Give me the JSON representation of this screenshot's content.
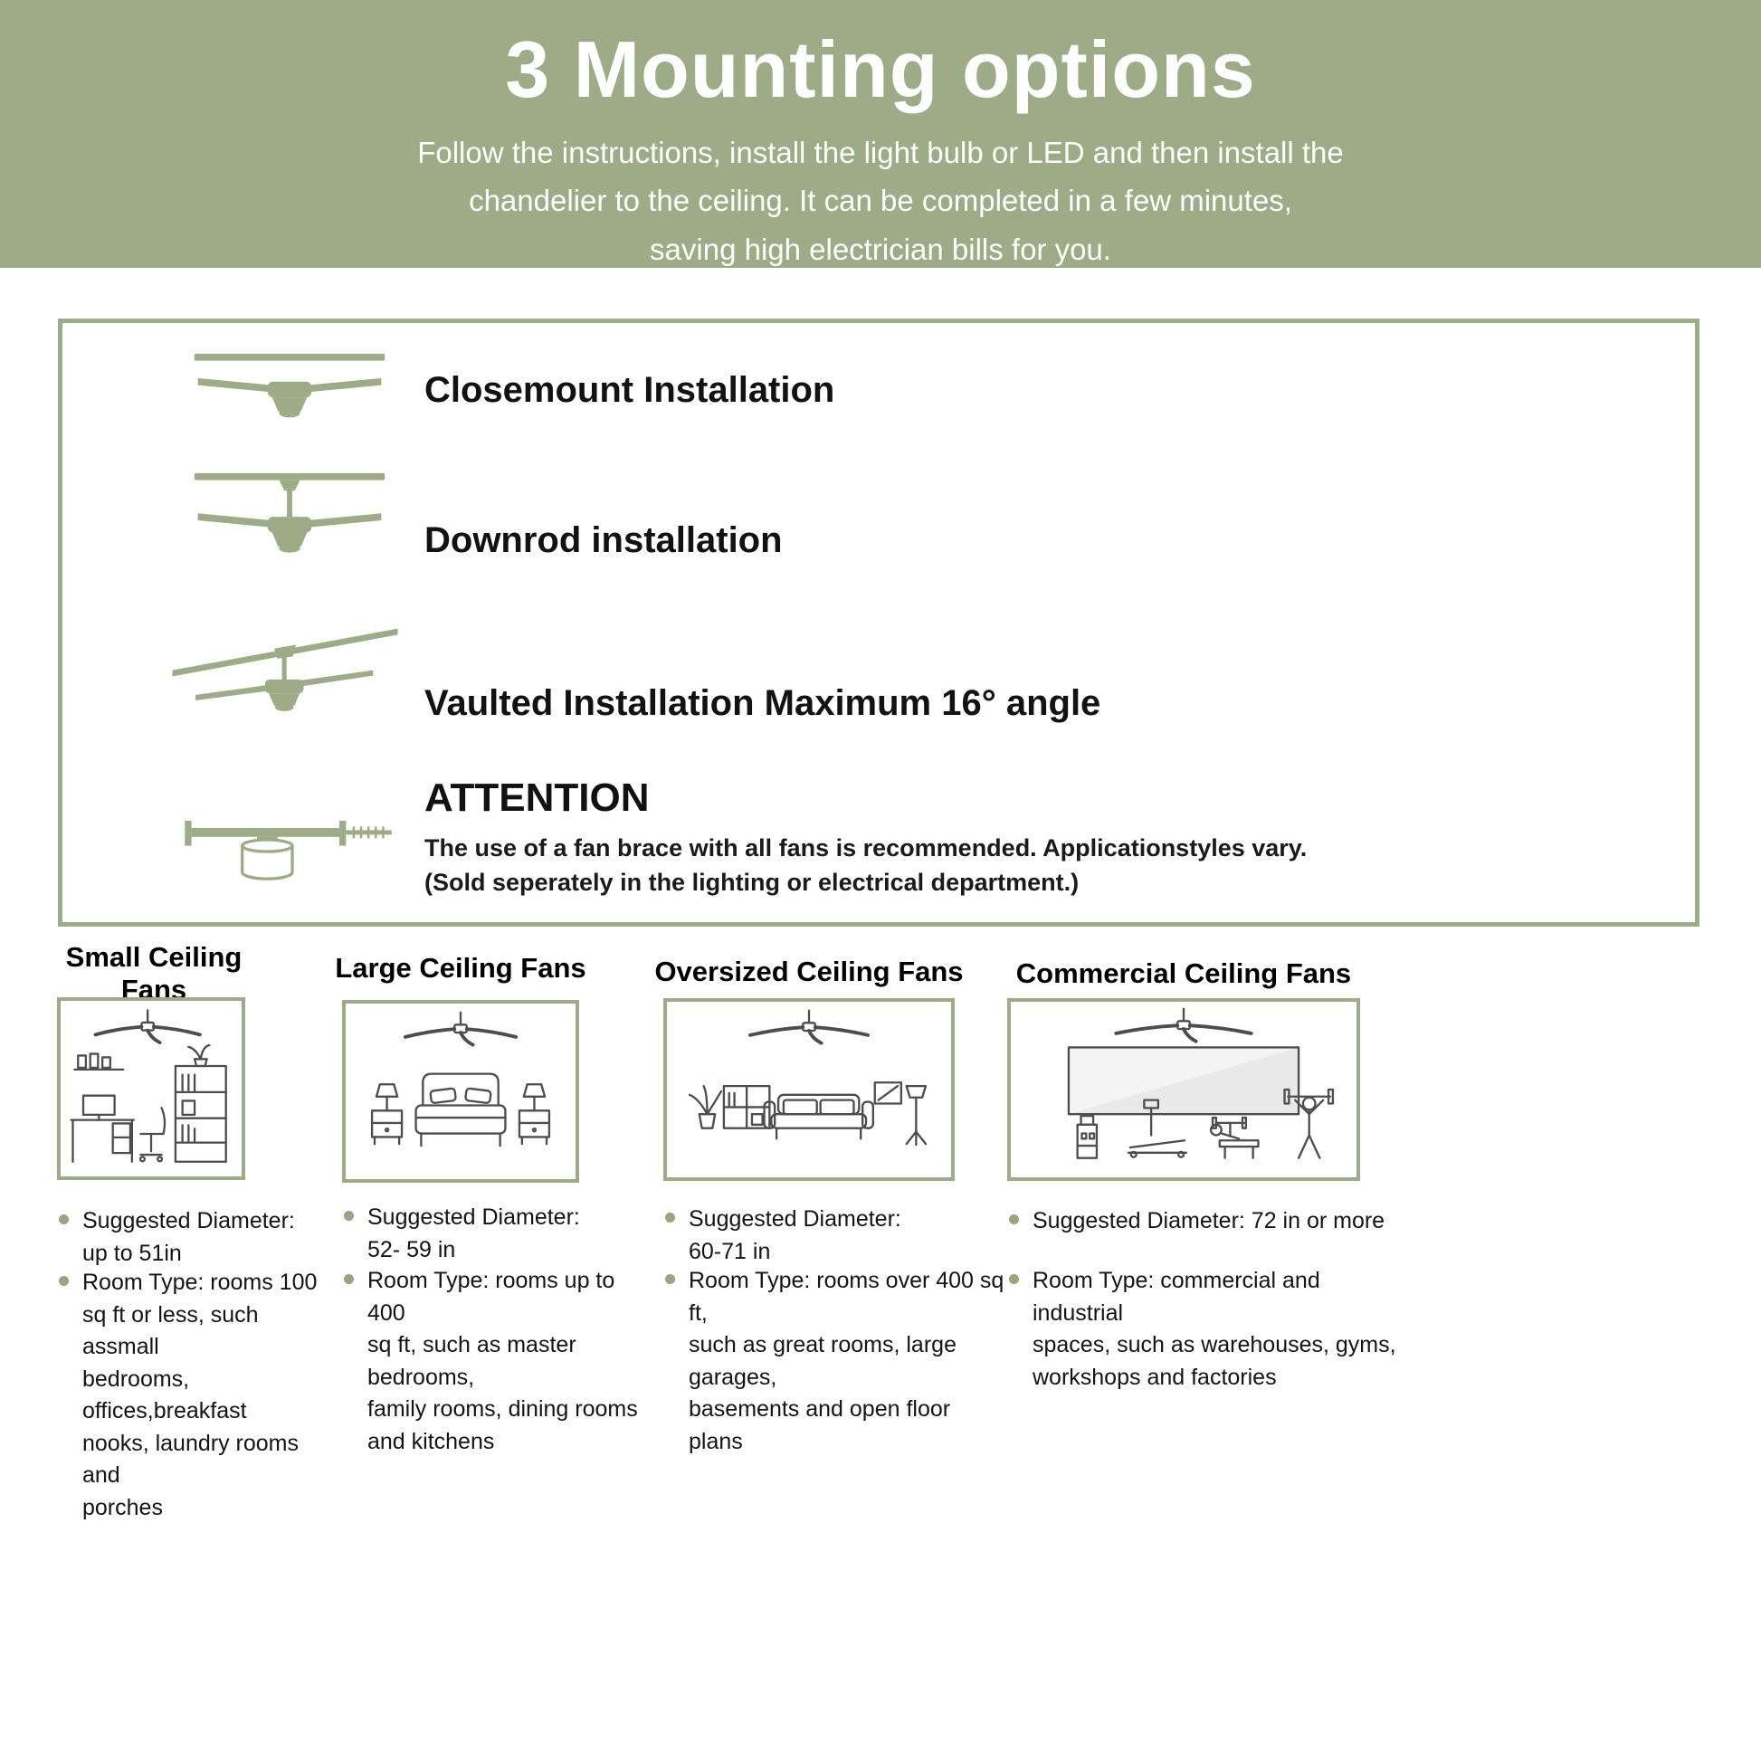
{
  "theme": {
    "green": "#9dab86",
    "bullet_dot": "#98a57e",
    "line_art": "#4d4d4d"
  },
  "header": {
    "title": "3 Mounting options",
    "subtitle": "Follow the instructions, install the light bulb or LED and then install the\nchandelier to the ceiling. It can be completed in a few minutes,\nsaving high electrician bills for you."
  },
  "mounting": {
    "options": [
      {
        "icon": "closemount-fan-icon",
        "label": "Closemount Installation"
      },
      {
        "icon": "downrod-fan-icon",
        "label": "Downrod installation"
      },
      {
        "icon": "vaulted-fan-icon",
        "label": "Vaulted Installation Maximum 16° angle"
      }
    ],
    "attention": {
      "title": "ATTENTION",
      "body": "The use of a fan brace with all fans is recommended. Applicationstyles vary.\n(Sold seperately in the lighting or electrical department.)",
      "icon": "fan-brace-icon"
    }
  },
  "categories": [
    {
      "title": "Small Ceiling Fans",
      "illustration": "small-room-office-illustration",
      "bullets": [
        "Suggested Diameter:\nup to 51in",
        "Room Type: rooms 100\nsq ft or less, such assmall\nbedrooms, offices,breakfast\nnooks, laundry rooms and\nporches"
      ]
    },
    {
      "title": "Large Ceiling Fans",
      "illustration": "bedroom-illustration",
      "bullets": [
        "Suggested Diameter:\n52- 59 in",
        "Room Type: rooms up to 400\nsq ft, such as master bedrooms,\nfamily rooms, dining rooms\nand kitchens"
      ]
    },
    {
      "title": "Oversized Ceiling Fans",
      "illustration": "living-room-illustration",
      "bullets": [
        "Suggested Diameter:\n60-71 in",
        "Room Type: rooms over 400 sq ft,\nsuch as great rooms, large garages,\nbasements and open floor plans"
      ]
    },
    {
      "title": "Commercial Ceiling Fans",
      "illustration": "gym-illustration",
      "bullets": [
        "Suggested Diameter: 72 in or more",
        "Room Type: commercial and industrial\nspaces, such as warehouses, gyms,\nworkshops and factories"
      ]
    }
  ]
}
